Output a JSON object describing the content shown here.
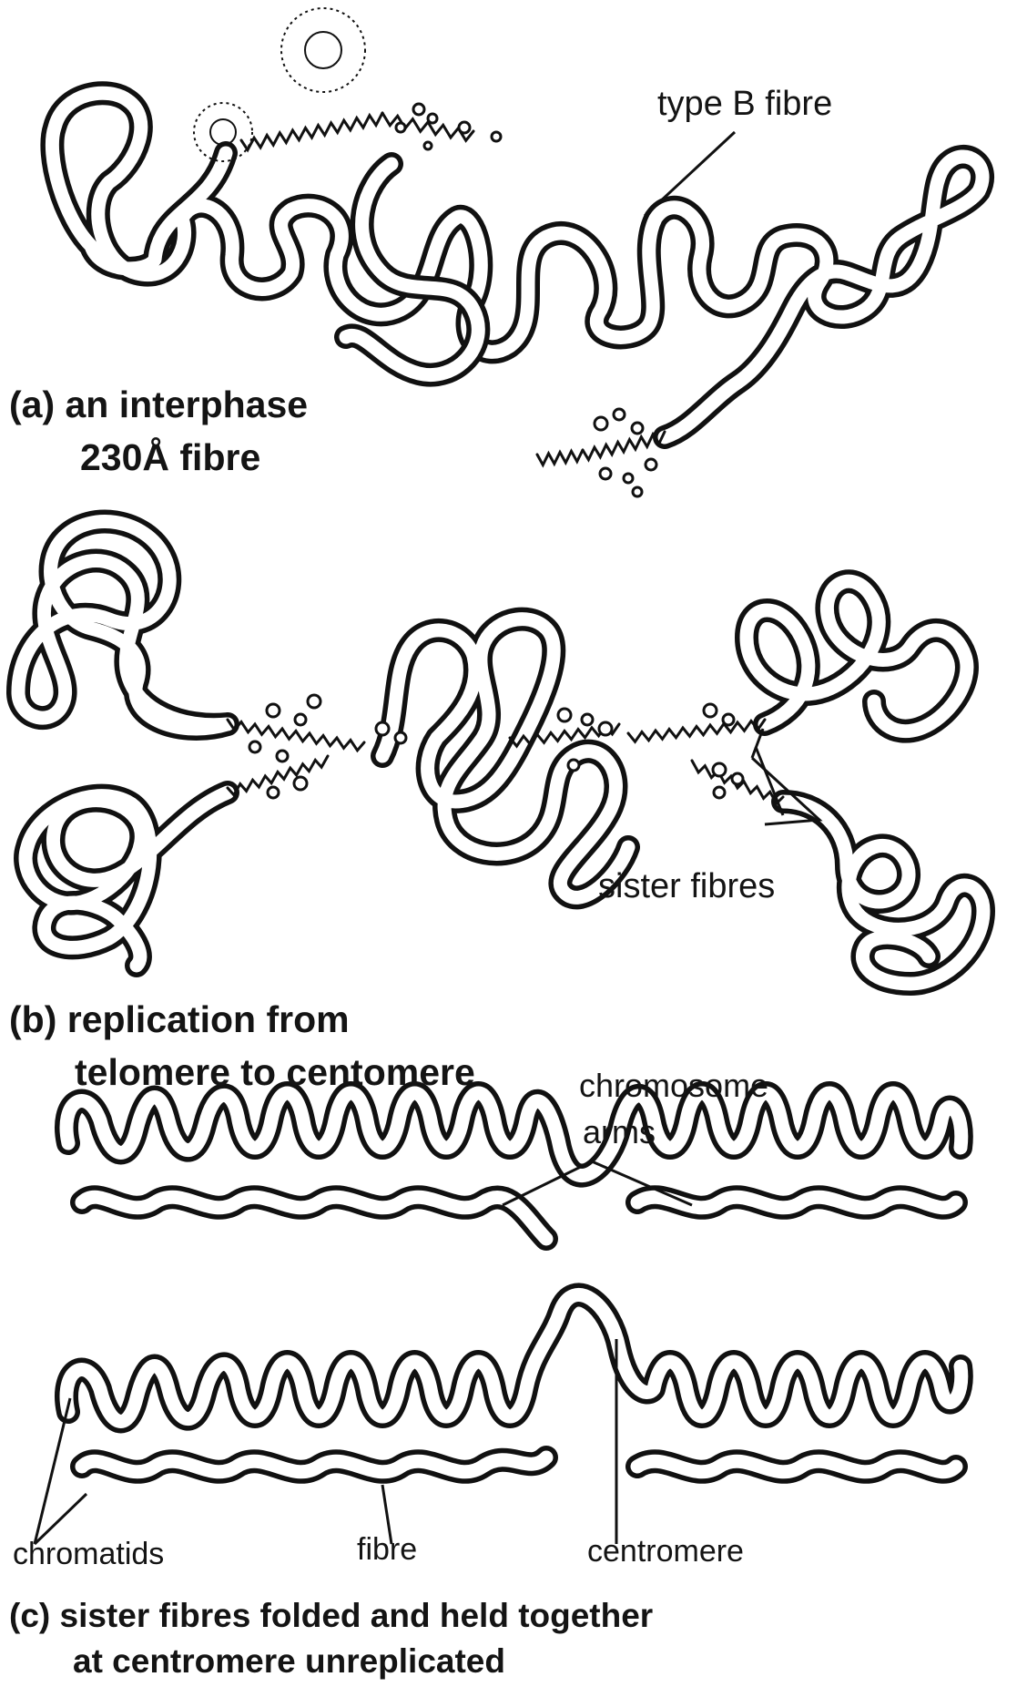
{
  "labels": {
    "type_b_fibre": "type B fibre",
    "sister_fibres": "sister fibres",
    "chromosome_arms_line1": "chromosome",
    "chromosome_arms_line2": "arms",
    "chromatids": "chromatids",
    "fibre": "fibre",
    "centromere": "centromere"
  },
  "captions": {
    "a_line1": "(a) an interphase",
    "a_line2": "230Å fibre",
    "b_line1": "(b) replication from",
    "b_line2": "telomere to centomere",
    "c_line1": "(c) sister fibres folded and held together",
    "c_line2": "at centromere unreplicated"
  }
}
